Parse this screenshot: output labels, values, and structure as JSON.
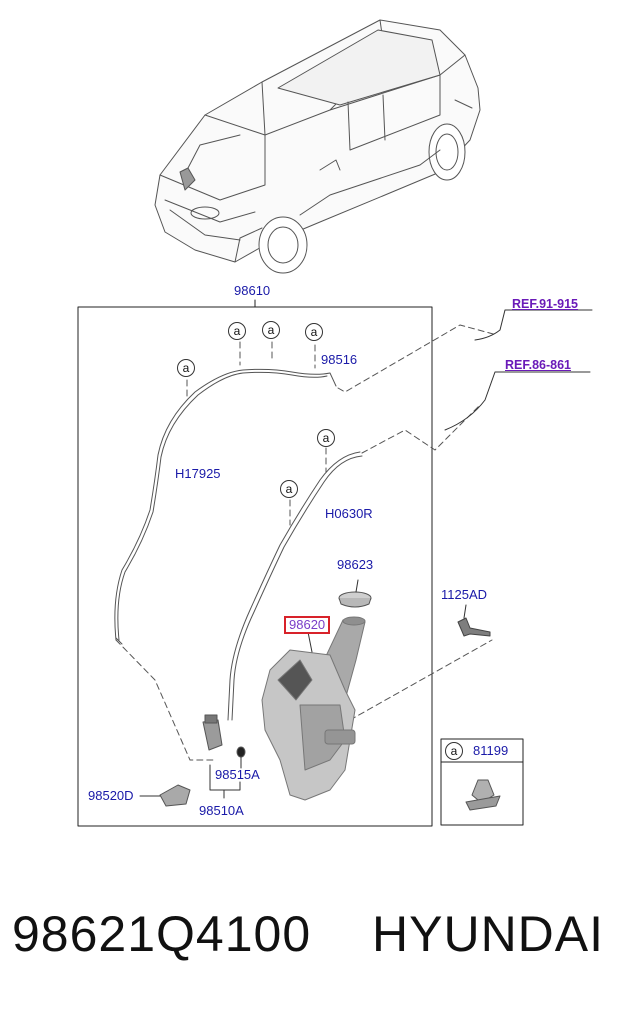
{
  "labels": {
    "assembly": "98610",
    "ref_upper": "REF.91-915",
    "ref_lower": "REF.86-861",
    "nozzle": "98516",
    "hose_front": "H17925",
    "hose_rear": "H0630R",
    "cap": "98623",
    "reservoir": "98620",
    "bolt": "1125AD",
    "clip": "81199",
    "grommet": "98515A",
    "pump": "98510A",
    "pump_seal": "98520D"
  },
  "callout_letter": "a",
  "footer": {
    "part_number": "98621Q4100",
    "brand": "HYUNDAI"
  }
}
